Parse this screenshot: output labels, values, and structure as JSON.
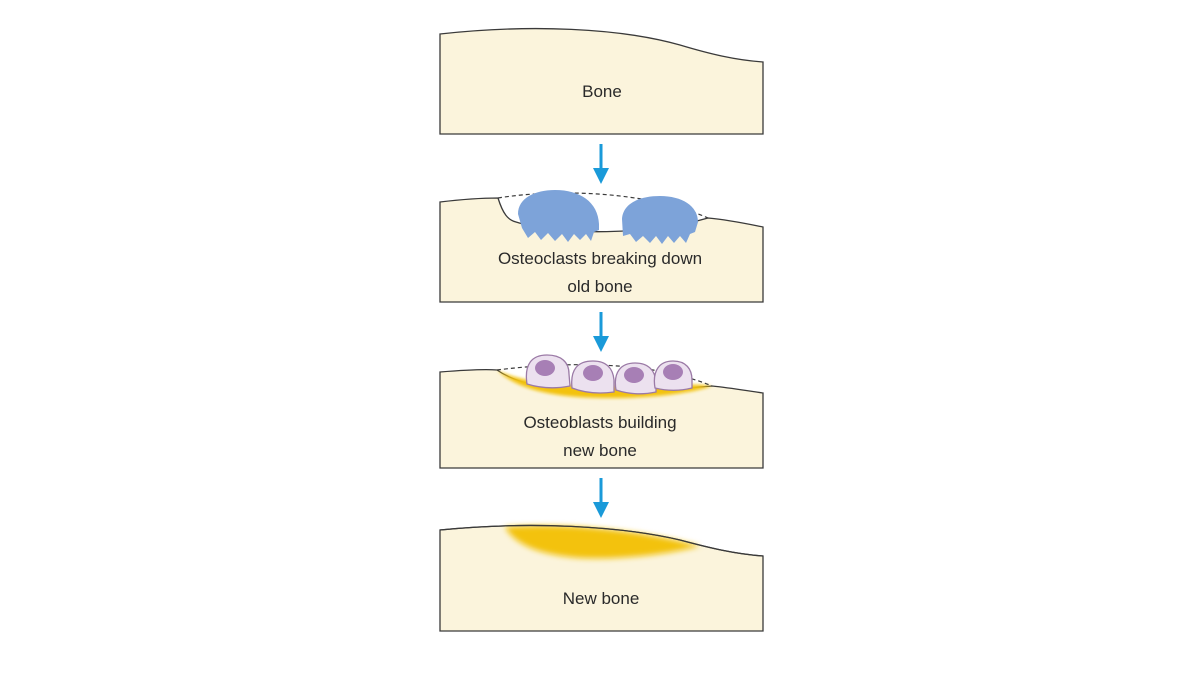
{
  "colors": {
    "bone_fill": "#fbf4dc",
    "bone_stroke": "#3a3a3a",
    "arrow": "#1a9ad9",
    "osteoclast": "#7da3d9",
    "osteoblast_body": "#ece1ef",
    "osteoblast_stroke": "#9b7aa6",
    "osteoblast_nucleus": "#a77fb5",
    "new_bone": "#f3c20c"
  },
  "panels": [
    {
      "id": "bone",
      "label_lines": [
        "Bone"
      ]
    },
    {
      "id": "osteoclasts",
      "label_lines": [
        "Osteoclasts breaking down",
        "old bone"
      ]
    },
    {
      "id": "osteoblasts",
      "label_lines": [
        "Osteoblasts building",
        "new bone"
      ]
    },
    {
      "id": "new-bone",
      "label_lines": [
        "New bone"
      ]
    }
  ]
}
